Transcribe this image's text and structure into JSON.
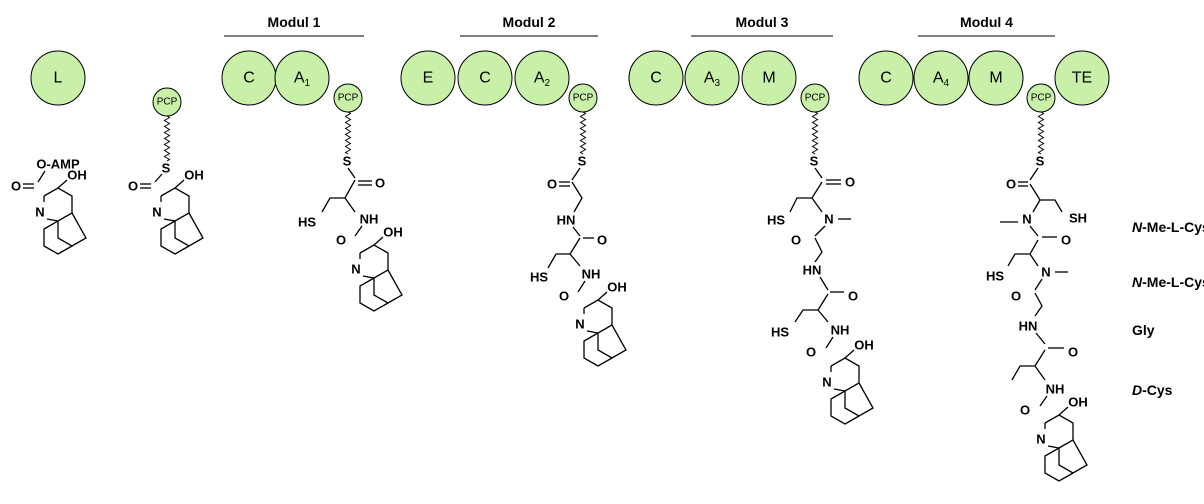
{
  "modules": [
    {
      "title": "Modul 1"
    },
    {
      "title": "Modul 2"
    },
    {
      "title": "Modul 3"
    },
    {
      "title": "Modul 4"
    }
  ],
  "domains": {
    "loading": "L",
    "c": "C",
    "e": "E",
    "m": "M",
    "te": "TE",
    "a": "A",
    "a_sub": [
      "1",
      "2",
      "3",
      "4"
    ],
    "pcp": "PCP"
  },
  "atoms": {
    "o_amp": "O-AMP",
    "o": "O",
    "oh": "OH",
    "n": "N",
    "s": "S",
    "sh": "SH",
    "hs": "HS",
    "nh": "NH",
    "hn": "HN"
  },
  "residues": [
    {
      "prefix": "N",
      "name": "-Me-L-Cys"
    },
    {
      "prefix": "N",
      "name": "-Me-L-Cys"
    },
    {
      "prefix": "",
      "name": "Gly"
    },
    {
      "prefix": "D",
      "name": "-Cys"
    }
  ]
}
